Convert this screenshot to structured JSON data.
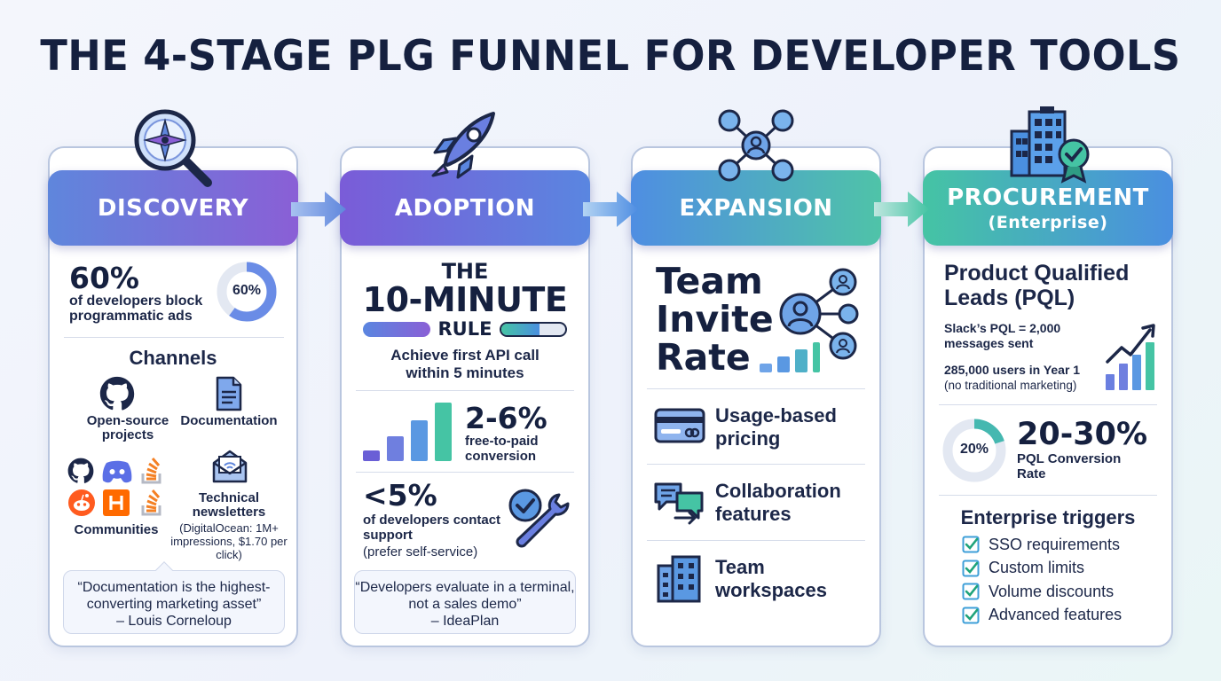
{
  "title": "THE 4-STAGE PLG FUNNEL FOR DEVELOPER TOOLS",
  "colors": {
    "discovery": [
      "#5f86dc",
      "#8a5fd6"
    ],
    "adoption": [
      "#7a5cd8",
      "#5a86e0"
    ],
    "expansion": [
      "#4f8ee2",
      "#4fc3a8"
    ],
    "procurement": [
      "#45c4a4",
      "#4a8fe0"
    ],
    "dark": "#15203f",
    "check": "#3e9fd8"
  },
  "discovery": {
    "stage": "DISCOVERY",
    "stat_value": "60%",
    "stat_text": "of developers block programmatic ads",
    "donut_label": "60%",
    "donut_fraction": 0.6,
    "channels_title": "Channels",
    "channel_opensource": "Open-source projects",
    "channel_docs": "Documentation",
    "channel_communities": "Communities",
    "channel_newsletters": "Technical newsletters",
    "newsletter_note": "(DigitalOcean: 1M+ impressions, $1.70 per click)",
    "quote": "“Documentation is the highest-converting marketing asset”",
    "quote_author": "– Louis Corneloup"
  },
  "adoption": {
    "stage": "ADOPTION",
    "rule_the": "THE",
    "rule_big": "10-MINUTE",
    "rule_word": "RULE",
    "rule_text": "Achieve first API call within 5 minutes",
    "conv_value": "2-6%",
    "conv_text": "free-to-paid conversion",
    "support_value": "<5%",
    "support_text": "of developers contact support",
    "support_note": "(prefer self-service)",
    "quote": "“Developers evaluate in a terminal, not a sales demo”",
    "quote_author": "– IdeaPlan"
  },
  "expansion": {
    "stage": "EXPANSION",
    "headline": [
      "Team",
      "Invite",
      "Rate"
    ],
    "item1": "Usage-based pricing",
    "item2": "Collaboration features",
    "item3": "Team workspaces"
  },
  "procurement": {
    "stage": "PROCUREMENT",
    "stage_sub": "(Enterprise)",
    "pql_title": "Product Qualified Leads (PQL)",
    "slack_line": "Slack’s PQL = 2,000 messages sent",
    "users_line": "285,000 users in Year 1",
    "users_note": "(no traditional marketing)",
    "donut_label": "20%",
    "donut_fraction": 0.2,
    "conv_value": "20-30%",
    "conv_text": "PQL Conversion Rate",
    "triggers_title": "Enterprise triggers",
    "triggers": [
      "SSO requirements",
      "Custom limits",
      "Volume discounts",
      "Advanced features"
    ]
  }
}
